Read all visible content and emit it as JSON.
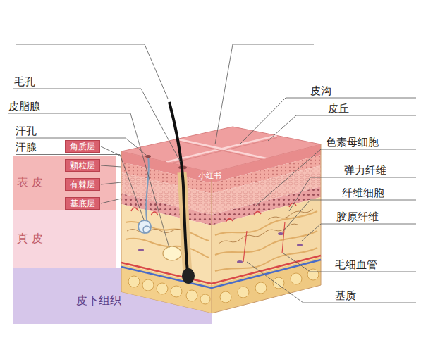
{
  "diagram": {
    "nodes": [
      {
        "text": [
          "表 皮"
        ]
      },
      {
        "text": [
          "角质层"
        ]
      },
      {
        "text": [
          "颗粒层"
        ]
      },
      {
        "text": [
          "有棘层"
        ]
      },
      {
        "text": [
          "基底层"
        ]
      },
      {
        "text": [
          "真 皮"
        ]
      },
      {
        "text": [
          "皮下组织"
        ]
      }
    ],
    "labels": [
      "毛孔",
      "皮脂腺",
      "汗孔",
      "汗腺",
      "皮沟",
      "皮丘",
      "色素母细胞",
      "弹力纤维",
      "纤维细胞",
      "胶原纤维",
      "毛细血管",
      "基质",
      "小红书"
    ]
  }
}
